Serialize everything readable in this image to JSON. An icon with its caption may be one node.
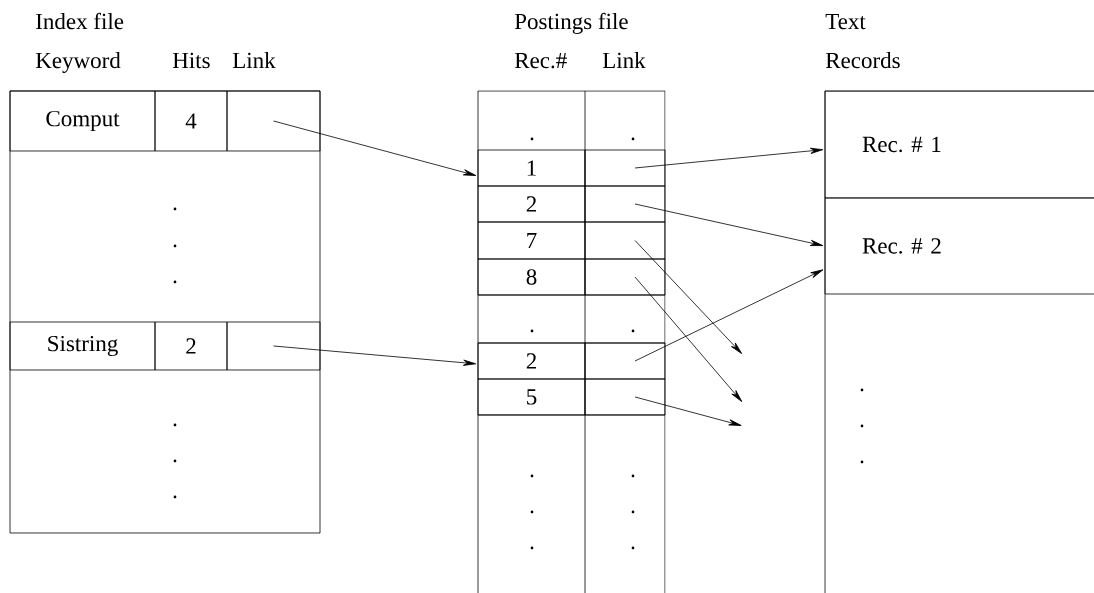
{
  "diagram": {
    "nodes": [
      {
        "text": [
          "Comput"
        ]
      },
      {
        "text": [
          "4"
        ]
      },
      {
        "text": [],
        "shape": "box"
      },
      {
        "text": [
          "Sistring"
        ]
      },
      {
        "text": [
          "2"
        ]
      },
      {
        "text": [],
        "shape": "box"
      },
      {
        "text": [
          "1"
        ]
      },
      {
        "text": [],
        "shape": "box"
      },
      {
        "text": [
          "2"
        ]
      },
      {
        "text": [],
        "shape": "box"
      },
      {
        "text": [
          "7"
        ]
      },
      {
        "text": [],
        "shape": "box"
      },
      {
        "text": [
          "8"
        ]
      },
      {
        "text": [],
        "shape": "box"
      },
      {
        "text": [
          "2"
        ]
      },
      {
        "text": [],
        "shape": "box"
      },
      {
        "text": [
          "5"
        ]
      },
      {
        "text": [],
        "shape": "box"
      },
      {
        "text": [
          "Rec. # 1"
        ]
      },
      {
        "text": [
          "Rec. # 2"
        ]
      }
    ],
    "edges": [
      {
        "from": 2,
        "to": 6,
        "arrow": "to"
      },
      {
        "from": 5,
        "to": 14,
        "arrow": "to"
      },
      {
        "from": 7,
        "to": 18,
        "arrow": "to"
      },
      {
        "from": 9,
        "to": 19,
        "arrow": "to"
      },
      {
        "from": 11,
        "to": null,
        "arrow": "to"
      },
      {
        "from": 13,
        "to": null,
        "arrow": "to"
      },
      {
        "from": 15,
        "to": 19,
        "arrow": "to"
      },
      {
        "from": 17,
        "to": null,
        "arrow": "to"
      }
    ],
    "labels": [
      "Index file",
      "Postings file",
      "Text",
      "Keyword",
      "Hits",
      "Link",
      "Rec.#",
      "Link",
      "Records",
      ".",
      ".",
      ".",
      ".",
      ".",
      ".",
      ".",
      ".",
      ".",
      ".",
      ".",
      ".",
      ".",
      ".",
      ".",
      ".",
      ".",
      ".",
      "."
    ]
  }
}
